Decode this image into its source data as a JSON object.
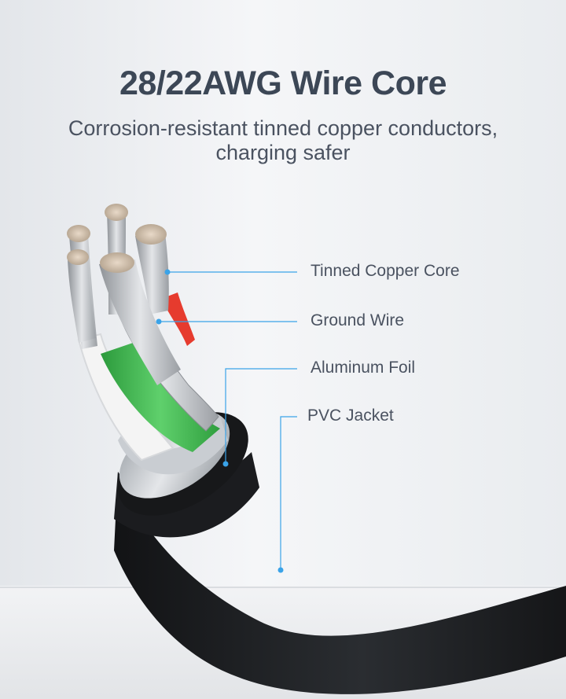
{
  "header": {
    "title": "28/22AWG Wire Core",
    "subtitle_line1": "Corrosion-resistant tinned copper conductors,",
    "subtitle_line2": "charging safer"
  },
  "callouts": [
    {
      "label": "Tinned Copper Core"
    },
    {
      "label": "Ground Wire"
    },
    {
      "label": "Aluminum Foil"
    },
    {
      "label": "PVC Jacket"
    }
  ],
  "colors": {
    "title": "#3c4756",
    "text": "#4a5260",
    "callout_line": "#3aa3e8",
    "jacket": "#1f2124",
    "green_wire": "#39b54a",
    "red_wire": "#e63b2e",
    "white_wire": "#f4f4f4",
    "foil": "#bfc3c8",
    "copper_strand": "#c9ccd0"
  }
}
